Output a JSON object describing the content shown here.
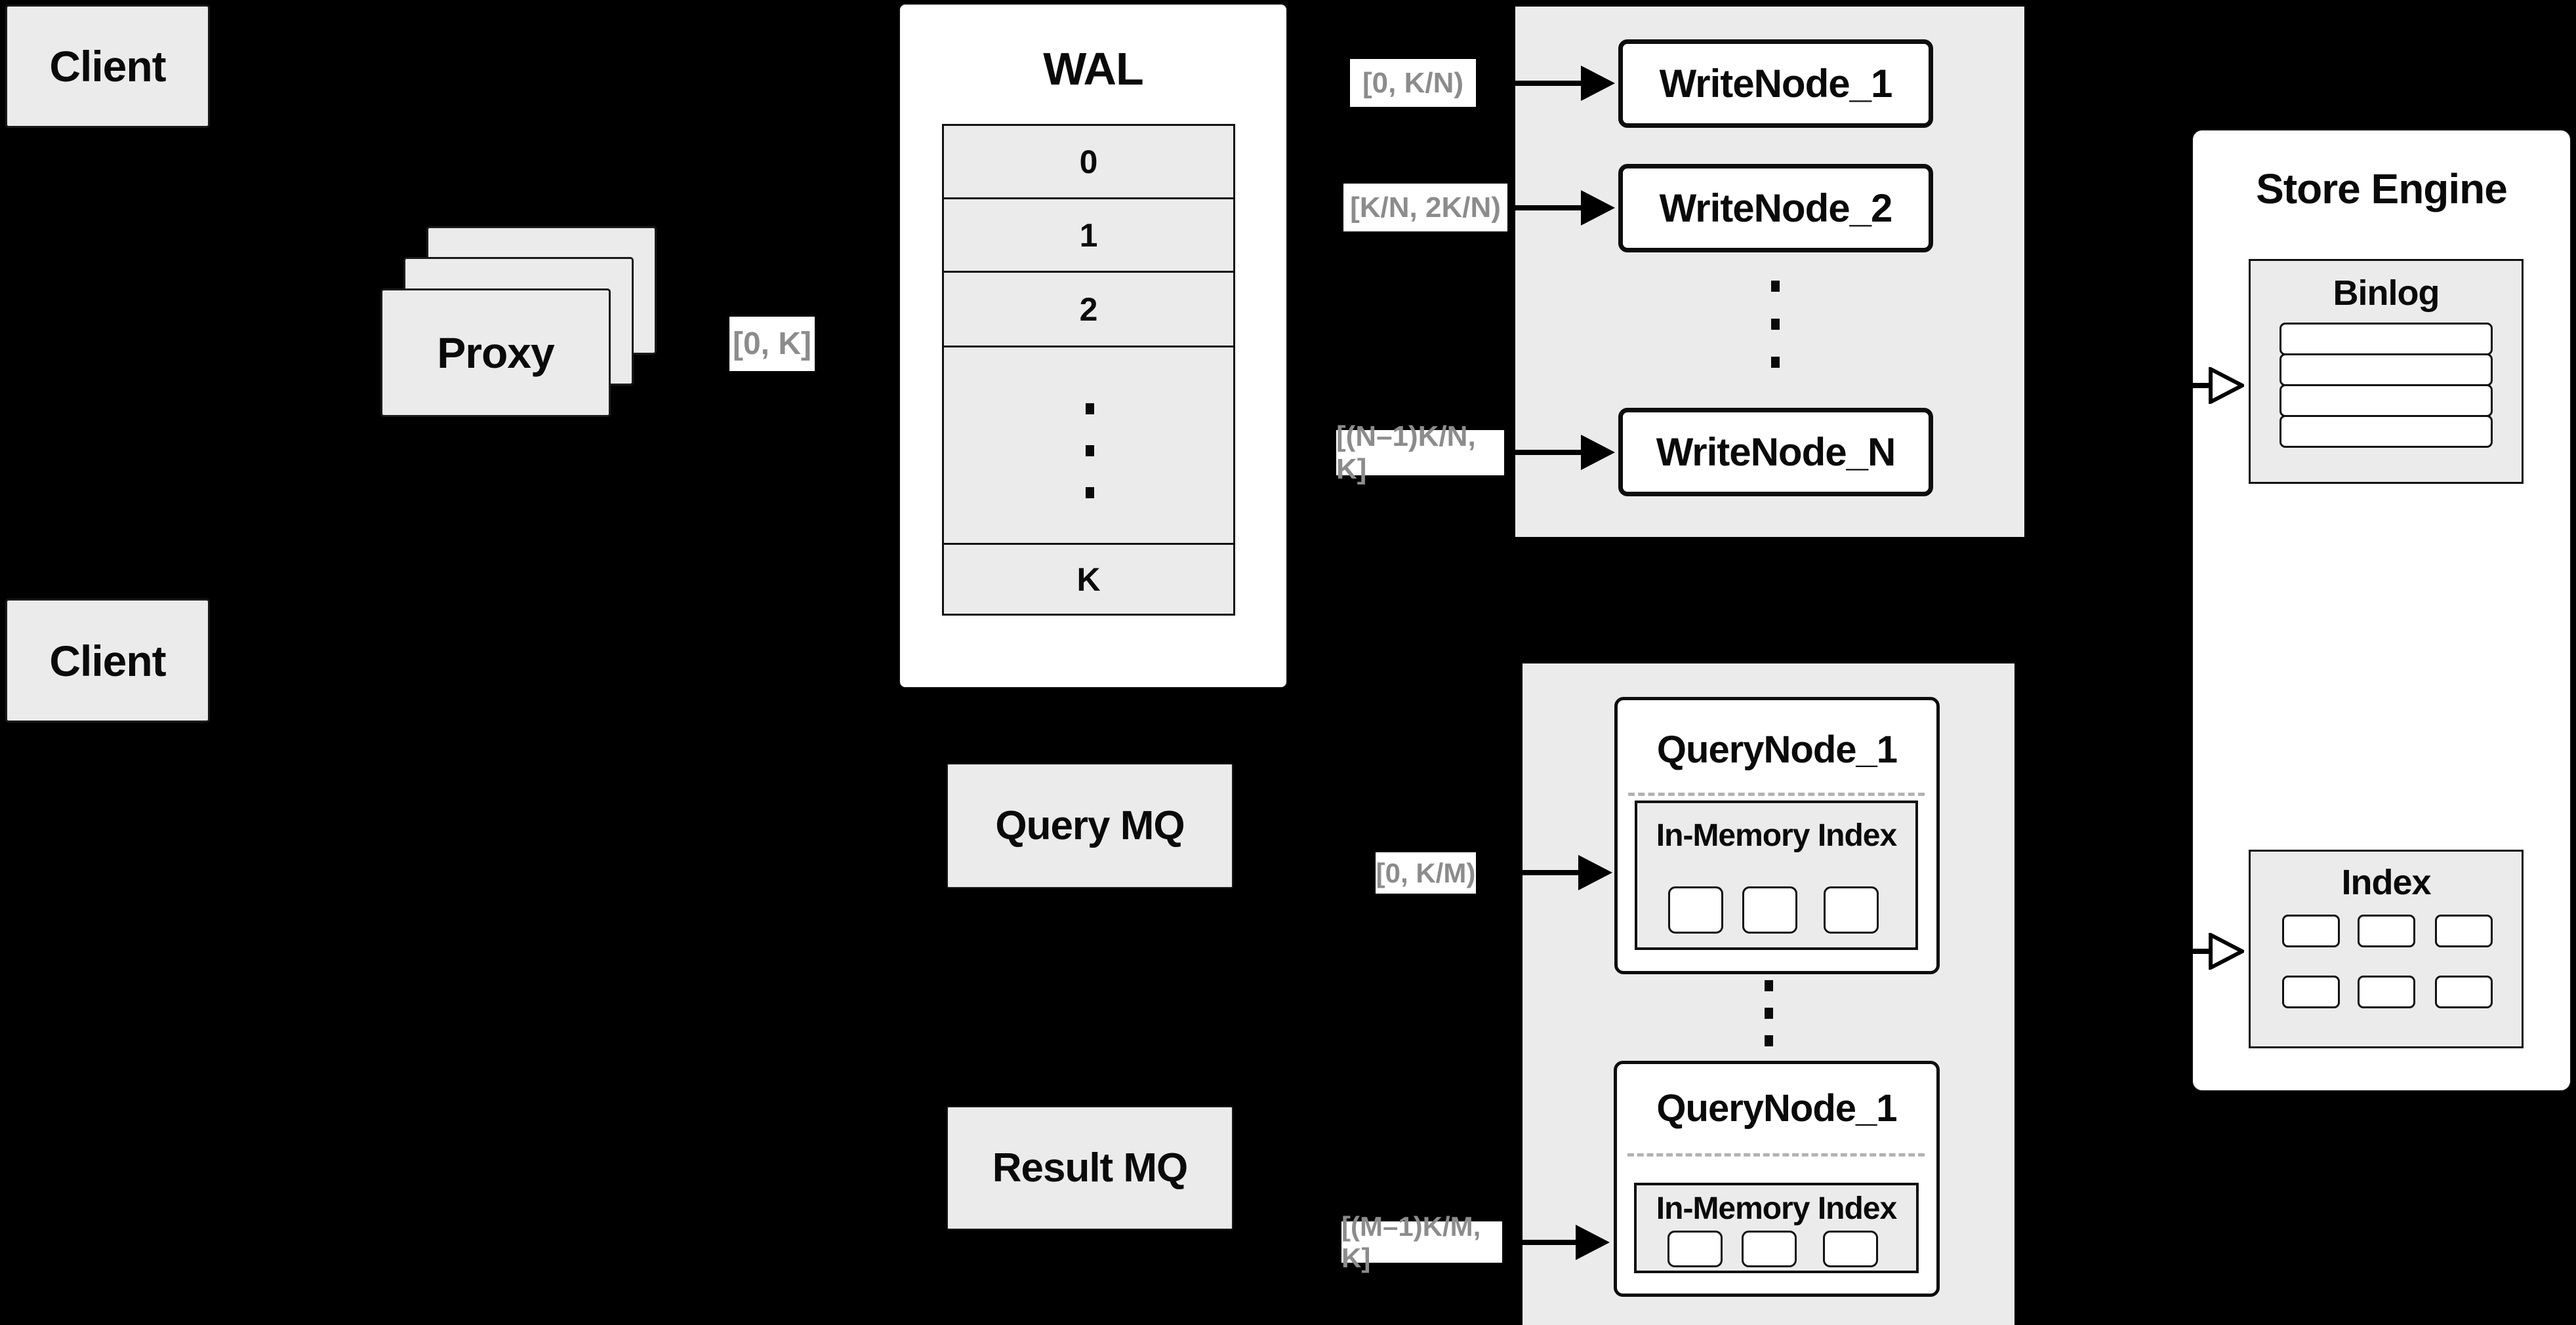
{
  "colors": {
    "background": "#000000",
    "card_gray": "#ebebeb",
    "box_white": "#ffffff",
    "border_black": "#111111",
    "range_label_text": "#8c8c8c"
  },
  "clients": {
    "top": "Client",
    "bottom": "Client"
  },
  "proxy": {
    "label": "Proxy",
    "range": "[0, K]"
  },
  "wal": {
    "title": "WAL",
    "rows": [
      "0",
      "1",
      "2"
    ],
    "last_row": "K"
  },
  "write_panel": {
    "labels": [
      "[0, K/N)",
      "[K/N, 2K/N)",
      "[(N–1)K/N, K]"
    ],
    "nodes": [
      "WriteNode_1",
      "WriteNode_2",
      "WriteNode_N"
    ]
  },
  "store_engine": {
    "title": "Store Engine",
    "binlog_title": "Binlog",
    "index_title": "Index"
  },
  "mq": {
    "query": "Query MQ",
    "result": "Result MQ"
  },
  "query_panel": {
    "labels": [
      "[0, K/M)",
      "[(M–1)K/M, K]"
    ],
    "nodes": [
      {
        "title": "QueryNode_1",
        "inner_title": "In-Memory Index"
      },
      {
        "title": "QueryNode_1",
        "inner_title": "In-Memory Index"
      }
    ]
  }
}
